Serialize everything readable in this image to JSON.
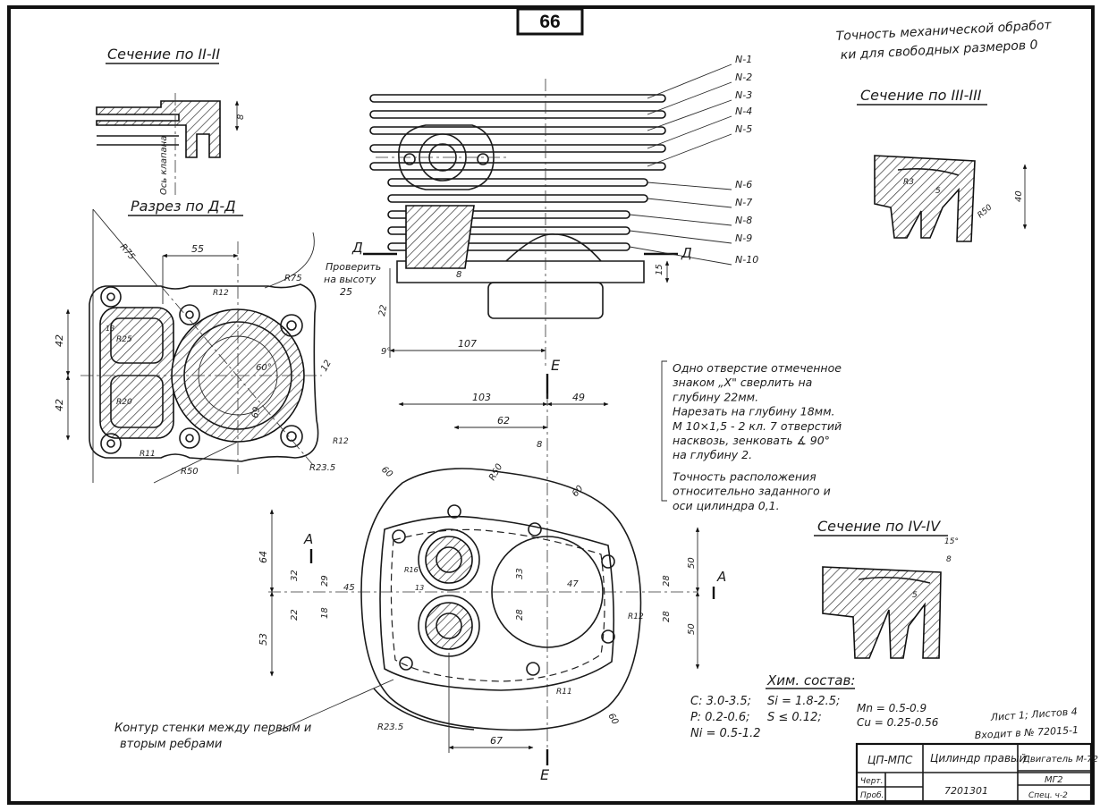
{
  "page_number": "66",
  "note_accuracy": [
    "Точность механической обработ",
    "ки для свободных размеров 0"
  ],
  "sections": {
    "sec2": "Сечение по II-II",
    "sec3": "Сечение по III-III",
    "sec4": "Сечение по IV-IV",
    "cut_d": "Разрез по Д-Д"
  },
  "labels": {
    "valve_axis": "Ось клапана",
    "check_height": [
      "Проверить",
      "на высоту",
      "25"
    ],
    "contour_note": [
      "Контур стенки между первым и",
      "вторым ребрами"
    ],
    "fins": [
      "N-1",
      "N-2",
      "N-3",
      "N-4",
      "N-5",
      "N-6",
      "N-7",
      "N-8",
      "N-9",
      "N-10"
    ],
    "letters": {
      "d": "Д",
      "e": "Е",
      "a": "А"
    }
  },
  "dims": {
    "d55": "55",
    "r75": "R75",
    "r12": "R12",
    "d42": "42",
    "r20": "R20",
    "r11": "R11",
    "r50": "R50",
    "r235": "R23.5",
    "d69": "69",
    "a60": "60°",
    "d12": "12",
    "d107": "107",
    "d15": "15",
    "d8": "8",
    "a9": "9°",
    "d22": "22",
    "d103": "103",
    "d49": "49",
    "d62": "62",
    "d60": "60",
    "d64": "64",
    "d32": "32",
    "d29": "29",
    "d45": "45",
    "d18": "18",
    "d53": "53",
    "d33": "33",
    "d47": "47",
    "d28": "28",
    "d50": "50",
    "d67": "67",
    "r11b": "R11",
    "r12b": "R12",
    "r50b": "R50",
    "r3": "R3",
    "d40": "40",
    "a5": "5",
    "a15": "15°",
    "r25": "R25",
    "d25": "25",
    "d13": "13",
    "r16": "R16"
  },
  "note_main": [
    "Одно отверстие отмеченное",
    "знаком „X\" сверлить на",
    "глубину 22мм.",
    "Нарезать на глубину 18мм.",
    "М 10×1,5 - 2 кл. 7 отверстий",
    "насквозь, зенковать ∡ 90°",
    "на глубину 2.",
    "Точность расположения",
    "относительно заданного и",
    "оси цилиндра 0,1."
  ],
  "chem": {
    "title": "Хим. состав:",
    "c": "C: 3.0-3.5;",
    "si": "Si = 1.8-2.5;",
    "mn": "Mn = 0.5-0.9",
    "p": "P: 0.2-0.6;",
    "s": "S ≤ 0.12;",
    "cu": "Cu = 0.25-0.56",
    "ni": "Ni = 0.5-1.2"
  },
  "sheet": {
    "list": "Лист 1; Листов 4",
    "enters": "Входит в № 72015-1"
  },
  "title_block": {
    "org": "ЦП-МПС",
    "name": "Цилиндр правый",
    "engine": "Двигатель М-72",
    "drawn": "Черт.",
    "checked": "Проб.",
    "number": "7201301",
    "material": "МГ2",
    "spec": "Спец. ч-2"
  }
}
